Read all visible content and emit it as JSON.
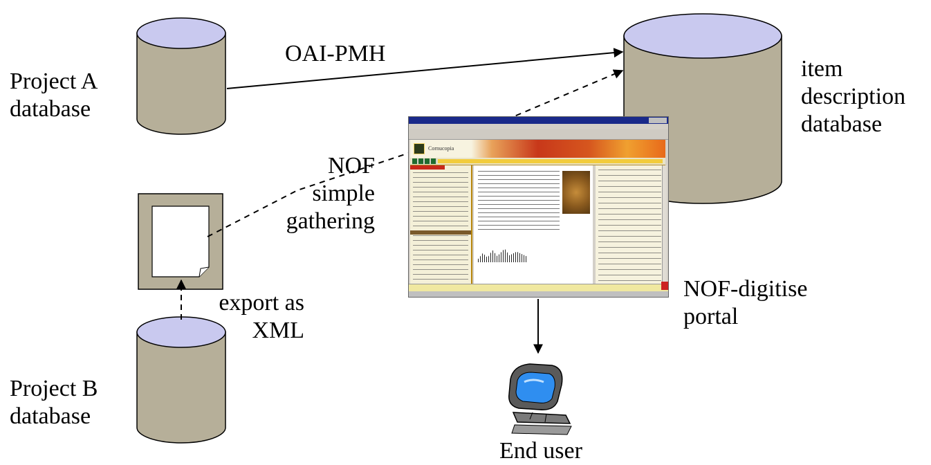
{
  "labels": {
    "oai_pmh": "OAI-PMH",
    "project_a": [
      "Project A",
      "database"
    ],
    "item_description": [
      "item",
      "description",
      "database"
    ],
    "nof_simple_gathering": [
      "NOF",
      "simple",
      "gathering"
    ],
    "export_as_xml": [
      "export as",
      "XML"
    ],
    "nof_digitise_portal": [
      "NOF-digitise",
      "portal"
    ],
    "project_b": [
      "Project B",
      "database"
    ],
    "end_user": "End user"
  },
  "portal_screenshot": {
    "brand_text": "Cornucopia"
  },
  "colors": {
    "cylinder_body": "#b6af99",
    "cylinder_top": "#c9c9ef",
    "document_frame": "#b6af99",
    "stroke": "#000000"
  }
}
